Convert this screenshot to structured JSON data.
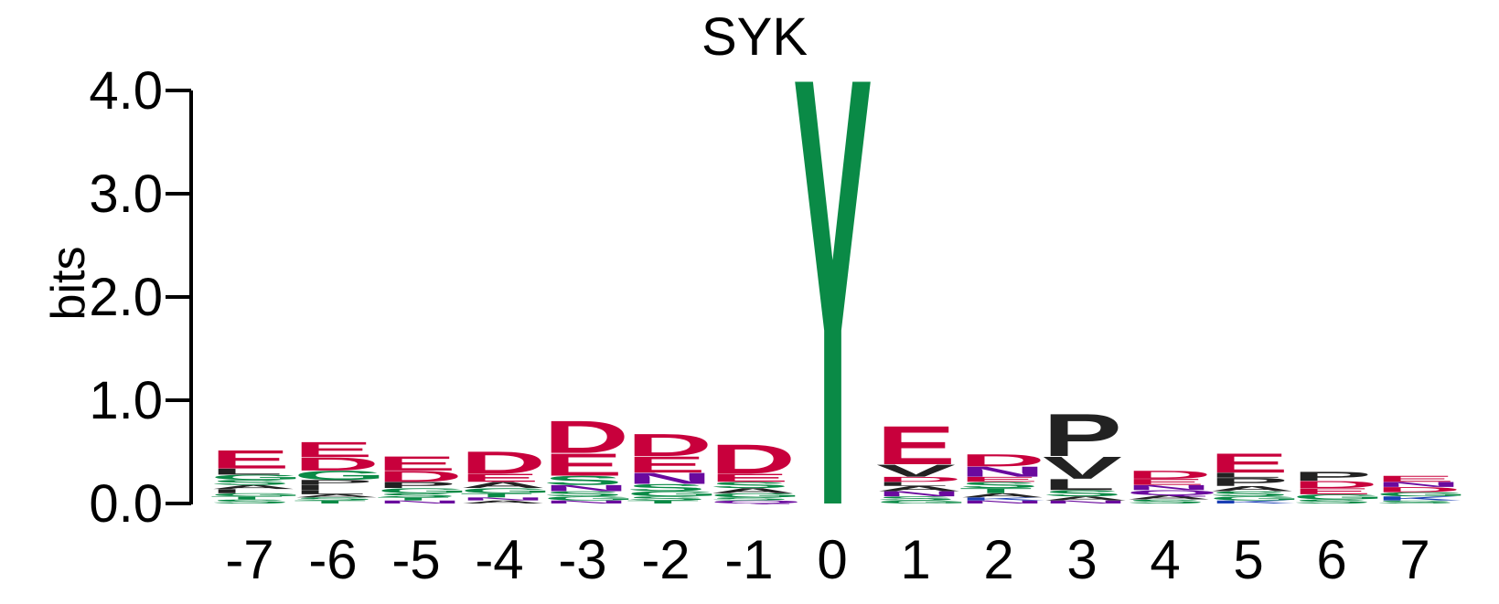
{
  "chart_data": {
    "type": "sequence-logo",
    "title": "SYK",
    "ylabel": "bits",
    "ylim": [
      0,
      4
    ],
    "yticks": [
      "0.0",
      "1.0",
      "2.0",
      "3.0",
      "4.0"
    ],
    "ytick_values": [
      0,
      1,
      2,
      3,
      4
    ],
    "positions": [
      "-7",
      "-6",
      "-5",
      "-4",
      "-3",
      "-2",
      "-1",
      "0",
      "1",
      "2",
      "3",
      "4",
      "5",
      "6",
      "7"
    ],
    "colors": {
      "acidic": "#c8003c",
      "polar": "#0a8a46",
      "hydrophobic": "#222222",
      "amide": "#6a0a9e",
      "basic": "#1a3fb4"
    },
    "residue_colors": {
      "D": "#c8003c",
      "E": "#c8003c",
      "S": "#0a8a46",
      "T": "#0a8a46",
      "G": "#0a8a46",
      "Y": "#0a8a46",
      "C": "#0a8a46",
      "A": "#222222",
      "V": "#222222",
      "L": "#222222",
      "I": "#222222",
      "P": "#222222",
      "F": "#222222",
      "M": "#222222",
      "W": "#222222",
      "N": "#6a0a9e",
      "Q": "#6a0a9e",
      "K": "#1a3fb4",
      "R": "#1a3fb4",
      "H": "#1a3fb4"
    },
    "stacks": [
      {
        "position": "-7",
        "letters": [
          [
            "S",
            0.04
          ],
          [
            "T",
            0.03
          ],
          [
            "G",
            0.03
          ],
          [
            "I",
            0.04
          ],
          [
            "A",
            0.04
          ],
          [
            "S",
            0.05
          ],
          [
            "G",
            0.05
          ],
          [
            "L",
            0.06
          ],
          [
            "E",
            0.18
          ]
        ]
      },
      {
        "position": "-6",
        "letters": [
          [
            "T",
            0.03
          ],
          [
            "S",
            0.03
          ],
          [
            "A",
            0.03
          ],
          [
            "L",
            0.04
          ],
          [
            "I",
            0.05
          ],
          [
            "P",
            0.05
          ],
          [
            "G",
            0.09
          ],
          [
            "D",
            0.13
          ],
          [
            "E",
            0.15
          ]
        ]
      },
      {
        "position": "-5",
        "letters": [
          [
            "N",
            0.03
          ],
          [
            "T",
            0.03
          ],
          [
            "S",
            0.04
          ],
          [
            "G",
            0.05
          ],
          [
            "P",
            0.06
          ],
          [
            "D",
            0.11
          ],
          [
            "E",
            0.14
          ]
        ]
      },
      {
        "position": "-4",
        "letters": [
          [
            "A",
            0.03
          ],
          [
            "N",
            0.03
          ],
          [
            "T",
            0.04
          ],
          [
            "G",
            0.05
          ],
          [
            "A",
            0.06
          ],
          [
            "E",
            0.08
          ],
          [
            "D",
            0.22
          ]
        ]
      },
      {
        "position": "-3",
        "letters": [
          [
            "N",
            0.03
          ],
          [
            "G",
            0.04
          ],
          [
            "S",
            0.05
          ],
          [
            "N",
            0.06
          ],
          [
            "S",
            0.09
          ],
          [
            "E",
            0.22
          ],
          [
            "D",
            0.32
          ]
        ]
      },
      {
        "position": "-2",
        "letters": [
          [
            "T",
            0.03
          ],
          [
            "S",
            0.04
          ],
          [
            "G",
            0.05
          ],
          [
            "S",
            0.07
          ],
          [
            "N",
            0.11
          ],
          [
            "E",
            0.16
          ],
          [
            "D",
            0.22
          ]
        ]
      },
      {
        "position": "-1",
        "letters": [
          [
            "Q",
            0.03
          ],
          [
            "S",
            0.03
          ],
          [
            "G",
            0.04
          ],
          [
            "A",
            0.05
          ],
          [
            "S",
            0.06
          ],
          [
            "E",
            0.08
          ],
          [
            "D",
            0.29
          ]
        ]
      },
      {
        "position": "0",
        "letters": [
          [
            "Y",
            4.25
          ]
        ]
      },
      {
        "position": "1",
        "letters": [
          [
            "G",
            0.03
          ],
          [
            "S",
            0.04
          ],
          [
            "N",
            0.05
          ],
          [
            "A",
            0.05
          ],
          [
            "L",
            0.04
          ],
          [
            "D",
            0.05
          ],
          [
            "V",
            0.12
          ],
          [
            "E",
            0.38
          ]
        ]
      },
      {
        "position": "2",
        "letters": [
          [
            "N",
            0.03
          ],
          [
            "K",
            0.03
          ],
          [
            "A",
            0.04
          ],
          [
            "T",
            0.05
          ],
          [
            "S",
            0.06
          ],
          [
            "E",
            0.05
          ],
          [
            "N",
            0.1
          ],
          [
            "D",
            0.12
          ]
        ]
      },
      {
        "position": "3",
        "letters": [
          [
            "N",
            0.03
          ],
          [
            "A",
            0.04
          ],
          [
            "S",
            0.06
          ],
          [
            "L",
            0.11
          ],
          [
            "V",
            0.22
          ],
          [
            "P",
            0.42
          ]
        ]
      },
      {
        "position": "4",
        "letters": [
          [
            "S",
            0.04
          ],
          [
            "A",
            0.04
          ],
          [
            "Q",
            0.05
          ],
          [
            "N",
            0.05
          ],
          [
            "E",
            0.06
          ],
          [
            "D",
            0.08
          ]
        ]
      },
      {
        "position": "5",
        "letters": [
          [
            "K",
            0.03
          ],
          [
            "G",
            0.04
          ],
          [
            "S",
            0.05
          ],
          [
            "A",
            0.05
          ],
          [
            "P",
            0.08
          ],
          [
            "L",
            0.05
          ],
          [
            "E",
            0.19
          ]
        ]
      },
      {
        "position": "6",
        "letters": [
          [
            "S",
            0.04
          ],
          [
            "G",
            0.05
          ],
          [
            "E",
            0.06
          ],
          [
            "D",
            0.07
          ],
          [
            "P",
            0.09
          ]
        ]
      },
      {
        "position": "7",
        "letters": [
          [
            "S",
            0.03
          ],
          [
            "K",
            0.04
          ],
          [
            "G",
            0.04
          ],
          [
            "D",
            0.05
          ],
          [
            "N",
            0.05
          ],
          [
            "E",
            0.06
          ]
        ]
      }
    ]
  }
}
